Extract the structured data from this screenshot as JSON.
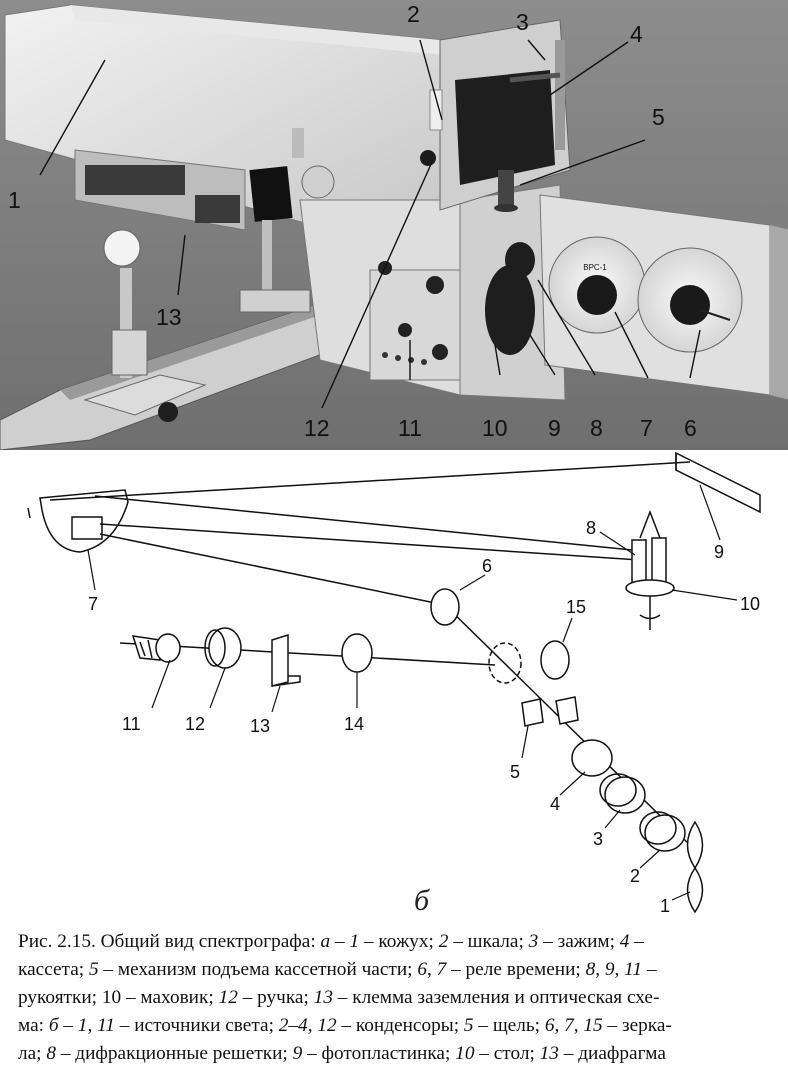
{
  "photo": {
    "callouts": [
      "1",
      "2",
      "3",
      "4",
      "5",
      "13",
      "12",
      "11",
      "10",
      "9",
      "8",
      "7",
      "6"
    ],
    "dial_label": "ВРС-1"
  },
  "diagram": {
    "sublabel": "б",
    "labels": [
      "9",
      "8",
      "10",
      "7",
      "6",
      "15",
      "11",
      "12",
      "13",
      "14",
      "5",
      "4",
      "3",
      "2",
      "1"
    ]
  },
  "caption": {
    "line1": "Рис. 2.15. Общий вид спектрографа: ",
    "a": "а",
    "dash1": " – ",
    "i1": "1",
    "t1": " – кожух; ",
    "i2": "2",
    "t2": " – шкала; ",
    "i3": "3",
    "t3": " – зажим; ",
    "i4": "4",
    "t4": " –",
    "t5": "кассета; ",
    "i5": "5",
    "t6": " – механизм подъема кассетной части; ",
    "i6": "6",
    "t7": ", ",
    "i7": "7",
    "t8": " – реле времени; ",
    "i8": "8",
    "t9": ", ",
    "i9": "9",
    "t10": ", ",
    "i11": "11",
    "t11": " –",
    "t12": "рукоятки; 10 – маховик; ",
    "i12": "12",
    "t13": " – ручка; ",
    "i13": "13",
    "t14": " – клемма заземления и оптическая схе-",
    "t15": "ма: ",
    "b": "б",
    "t16": " – ",
    "i14": "1",
    "t17": ", ",
    "i15": "11",
    "t18": " – источники света; ",
    "i16": "2–4",
    "t19": ", ",
    "i17": "12",
    "t20": " – конденсоры; ",
    "i18": "5",
    "t21": " – щель; ",
    "i19": "6",
    "t22": ", ",
    "i20": "7",
    "t23": ", ",
    "i21": "15",
    "t24": " – зерка-",
    "t25": "ла; ",
    "i22": "8",
    "t26": " – дифракционные решетки; ",
    "i23": "9",
    "t27": " – фотопластинка; ",
    "i24": "10",
    "t28": " – стол; ",
    "i25": "13",
    "t29": " – диафрагма"
  }
}
